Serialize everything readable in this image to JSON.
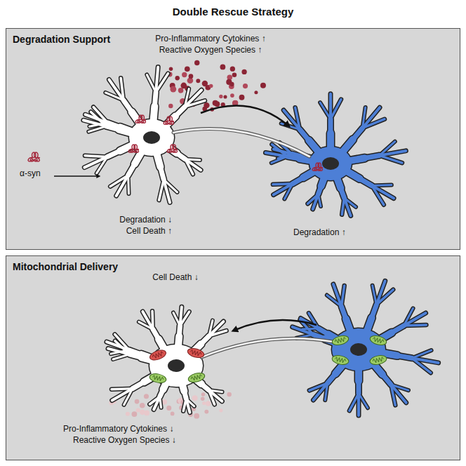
{
  "diagram": {
    "title": "Double Rescue Strategy",
    "nodes": [
      {
        "text": [
          "Degradation Support"
        ]
      },
      {
        "text": [
          "Mitochondrial Delivery"
        ]
      }
    ],
    "labels": [
      "Pro-Inflammatory Cytokines ↑",
      "Reactive Oxygen Species ↑",
      "α-syn",
      "Degradation ↓",
      "Cell Death ↑",
      "Degradation ↑",
      "Cell Death ↓",
      "Pro-Inflammatory Cytokines ↓",
      "Reactive Oxygen Species ↓"
    ]
  }
}
